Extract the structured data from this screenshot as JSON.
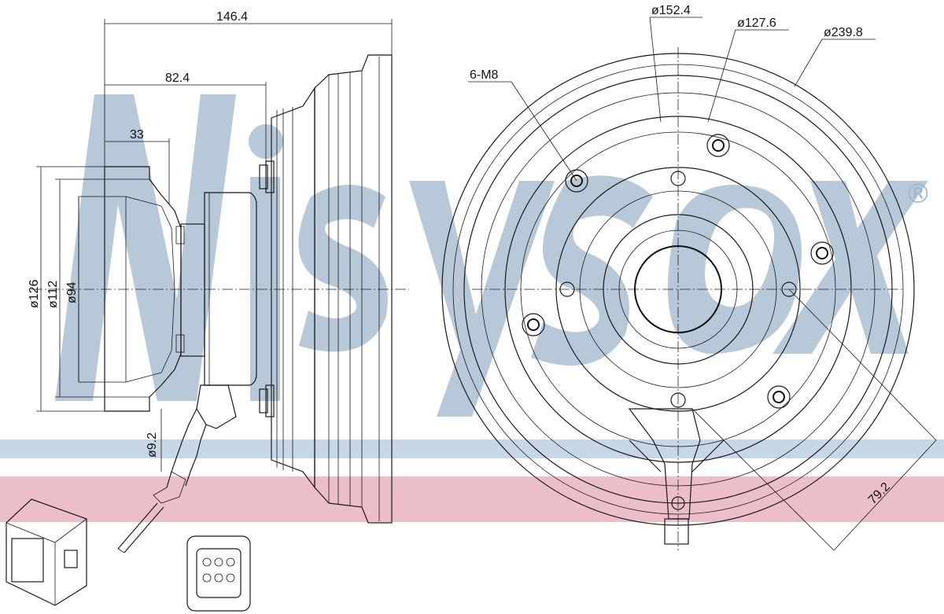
{
  "dimensions": {
    "overall_length": "146.4",
    "hub_length": "82.4",
    "flange_length": "33",
    "dia_126": "ø126",
    "dia_112": "ø112",
    "dia_94": "ø94",
    "dia_9_2": "ø9.2",
    "dia_152_4": "ø152.4",
    "dia_127_6": "ø127.6",
    "dia_239_8": "ø239.8",
    "bolt_holes": "6-M8",
    "offset_79_2": "79.2"
  },
  "watermark": {
    "registered_mark": "®"
  },
  "colors": {
    "watermark": "#9fb6cc",
    "band_blue": "#b9cde0",
    "band_pink": "#e5a9b6",
    "line": "#1a1a1a"
  }
}
